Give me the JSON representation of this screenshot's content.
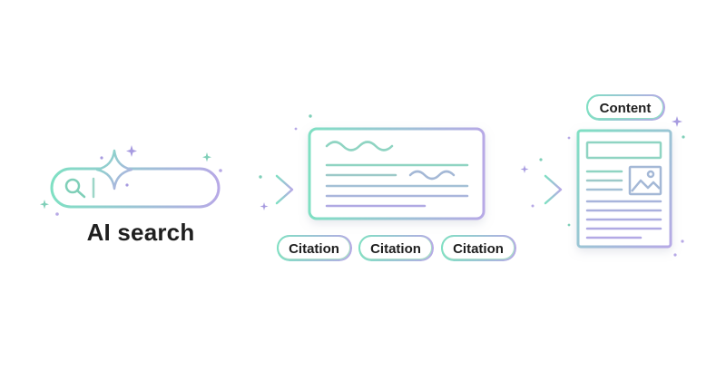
{
  "search": {
    "label": "AI search"
  },
  "citations": {
    "items": [
      "Citation",
      "Citation",
      "Citation"
    ]
  },
  "content": {
    "label": "Content"
  },
  "colors": {
    "gradient_start": "#7fe0c3",
    "gradient_end": "#b7a9e6",
    "sparkle": "#a79be0",
    "text": "#1f1f1f"
  },
  "icons": [
    "search-icon",
    "sparkle-icon",
    "arrow-right-icon",
    "document-icon",
    "image-icon",
    "squiggle-line"
  ]
}
